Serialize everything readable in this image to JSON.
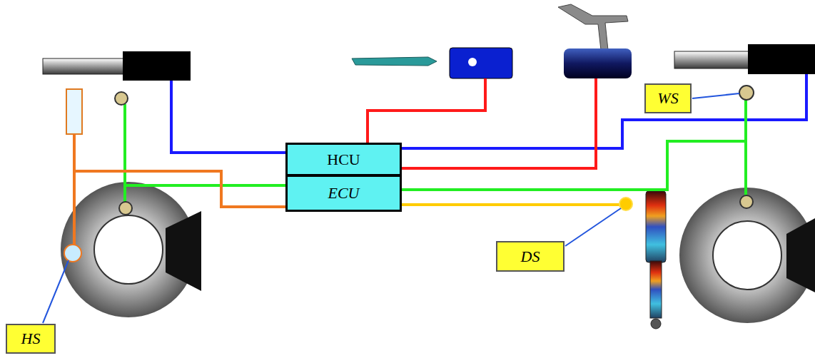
{
  "diagram": {
    "nodes": [
      {
        "text": [
          "HCU"
        ]
      },
      {
        "text": [
          "ECU"
        ]
      },
      {
        "text": [
          "WS"
        ]
      },
      {
        "text": [
          "DS"
        ]
      },
      {
        "text": [
          "HS"
        ]
      }
    ]
  }
}
